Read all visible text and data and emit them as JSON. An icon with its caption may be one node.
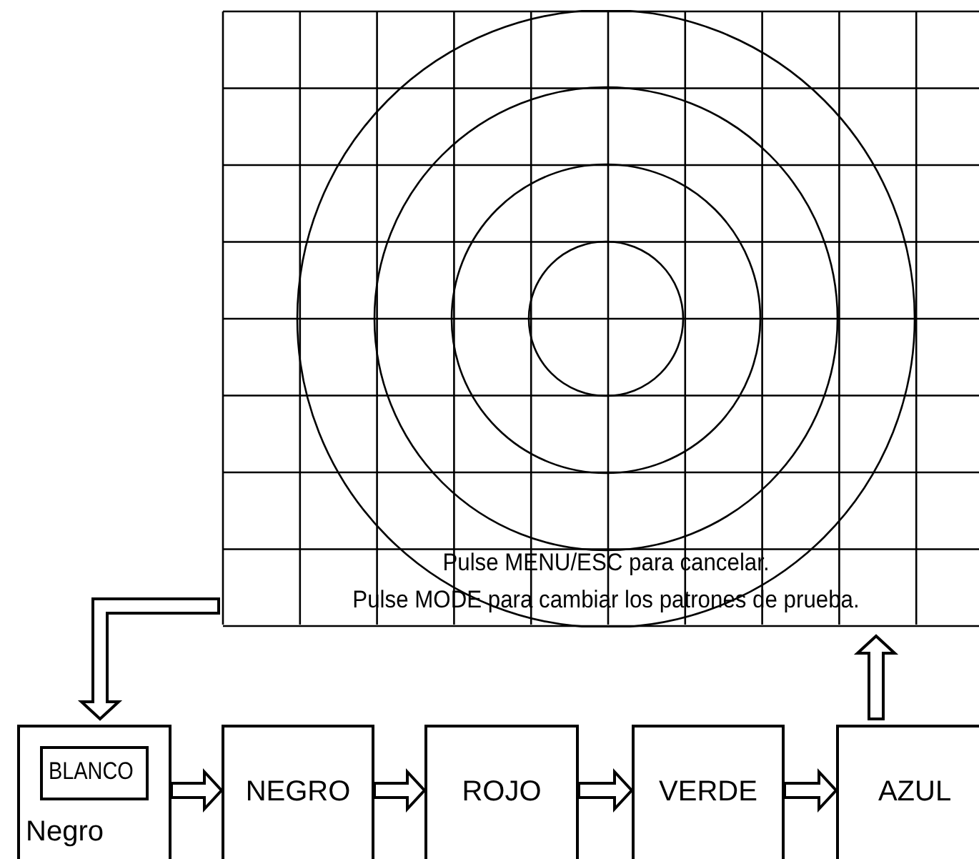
{
  "diagram": {
    "nodes": [
      {
        "text": [
          "Pulse MENU/ESC para cancelar.",
          "Pulse MODE para cambiar los patrones de prueba."
        ]
      },
      {
        "text": [
          "Negro"
        ]
      },
      {
        "text": [
          "BLANCO"
        ],
        "in": 1
      },
      {
        "text": [
          "NEGRO"
        ]
      },
      {
        "text": [
          "ROJO"
        ]
      },
      {
        "text": [
          "VERDE"
        ]
      },
      {
        "text": [
          "AZUL"
        ]
      }
    ],
    "edges": [
      {
        "from": 1,
        "to": 3,
        "arrow": "to"
      },
      {
        "from": 3,
        "to": 4,
        "arrow": "to"
      },
      {
        "from": 4,
        "to": 5,
        "arrow": "to"
      },
      {
        "from": 5,
        "to": 6,
        "arrow": "to"
      },
      {
        "from": 6,
        "to": 0,
        "arrow": "to"
      },
      {
        "from": 0,
        "to": 1,
        "arrow": "to"
      }
    ]
  }
}
